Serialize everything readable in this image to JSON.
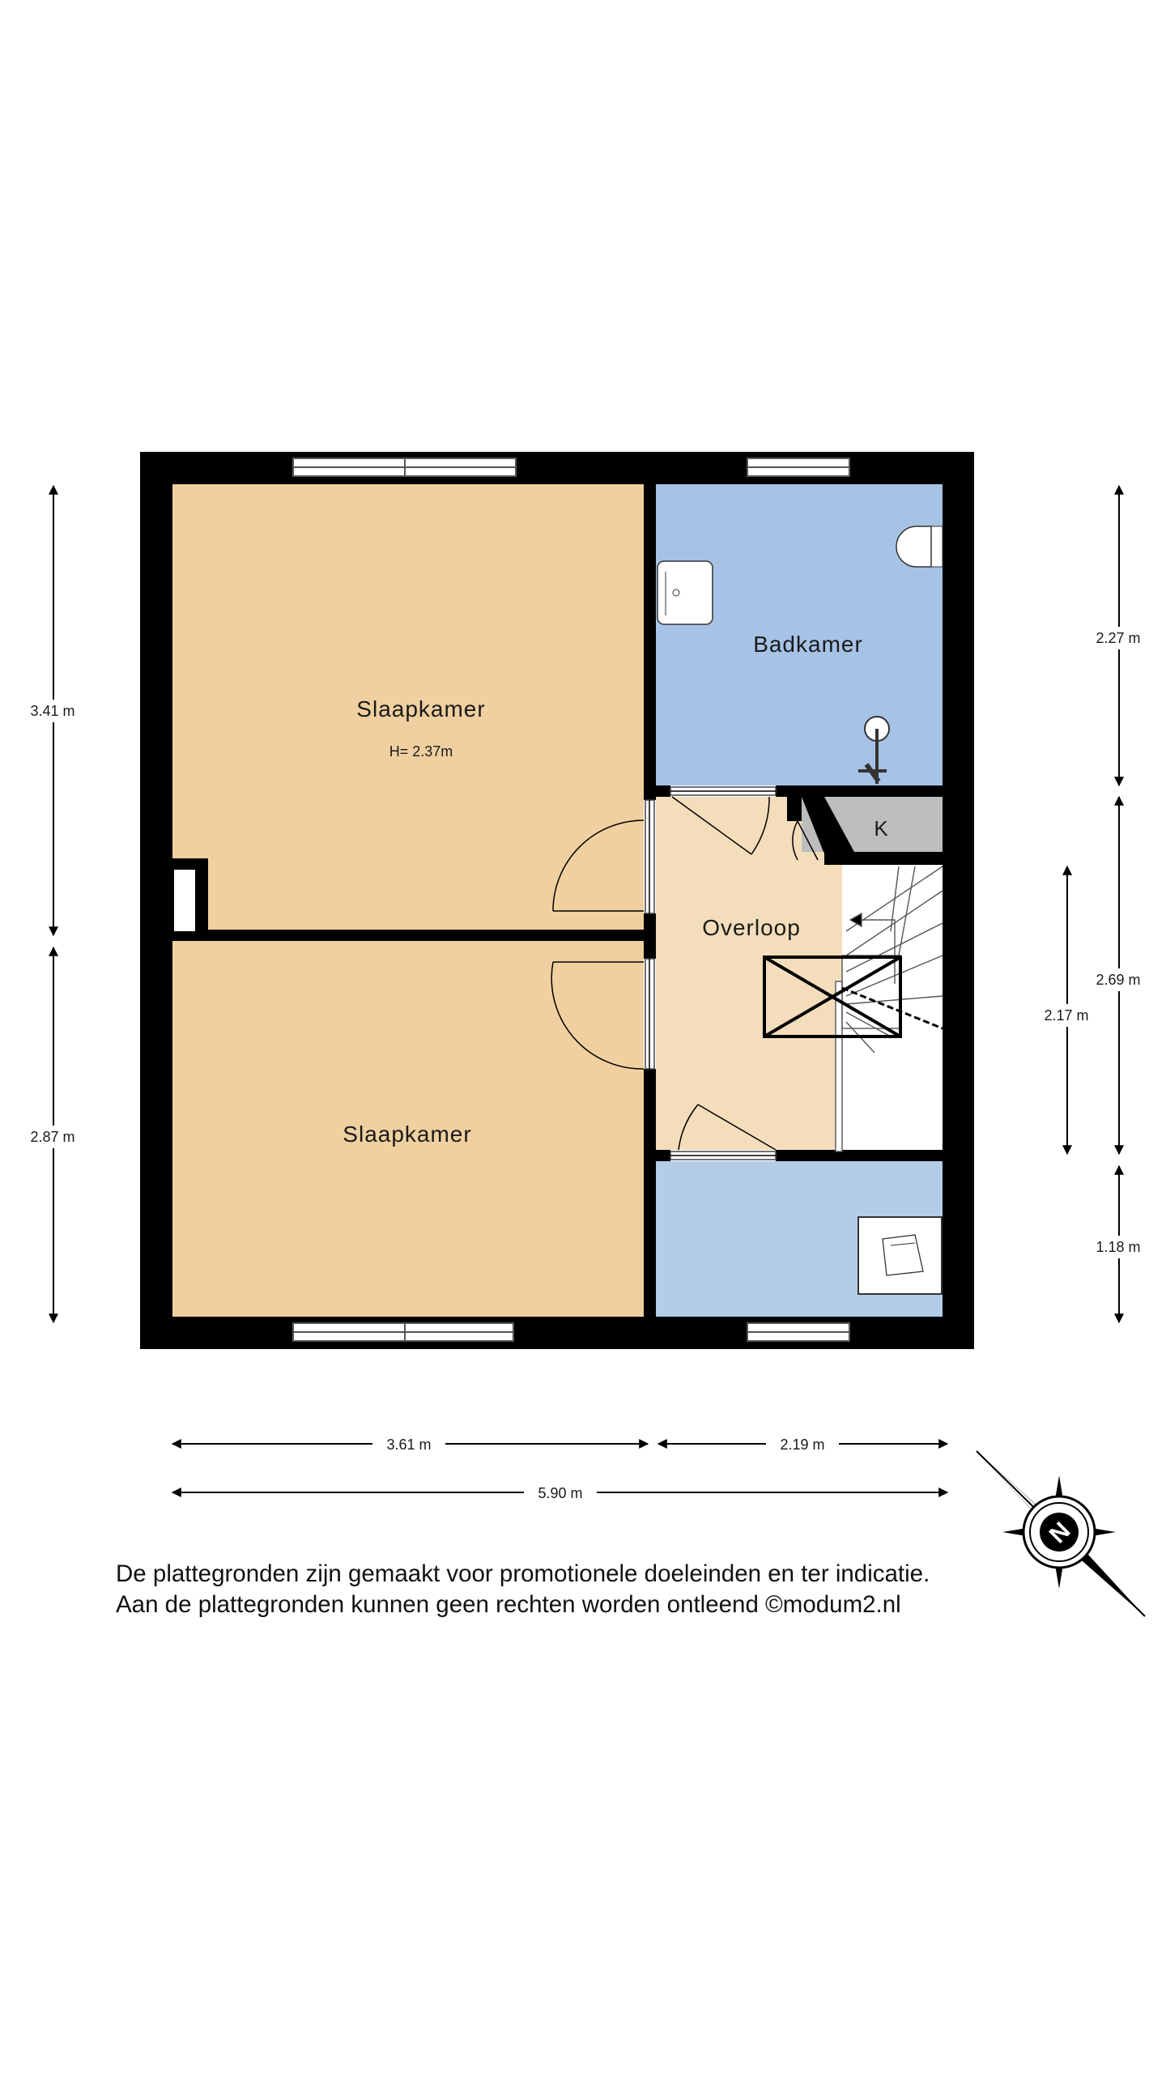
{
  "rooms": {
    "bedroom_1": {
      "name": "Slaapkamer",
      "height": "H= 2.37m"
    },
    "bedroom_2": {
      "name": "Slaapkamer"
    },
    "bathroom": {
      "name": "Badkamer"
    },
    "landing": {
      "name": "Overloop"
    },
    "closet": {
      "name": "K"
    }
  },
  "dimensions": {
    "left_top": "3.41 m",
    "left_bottom": "2.87 m",
    "right_top": "2.27 m",
    "right_middle": "2.69 m",
    "right_bottom": "1.18 m",
    "stair": "2.17 m",
    "bottom_left": "3.61 m",
    "bottom_right": "2.19 m",
    "bottom_total": "5.90 m"
  },
  "compass": {
    "letter": "N"
  },
  "disclaimer": {
    "line1": "De plattegronden zijn gemaakt voor promotionele doeleinden en ter indicatie.",
    "line2": "Aan de plattegronden kunnen geen rechten worden ontleend ©modum2.nl"
  },
  "colors": {
    "bedroom": "#F0D0A0",
    "landing": "#F4DDBB",
    "bathroom": "#A6C3E6",
    "lower_room": "#B3CDE8",
    "closet": "#BDBDBD",
    "wall": "#000000"
  }
}
